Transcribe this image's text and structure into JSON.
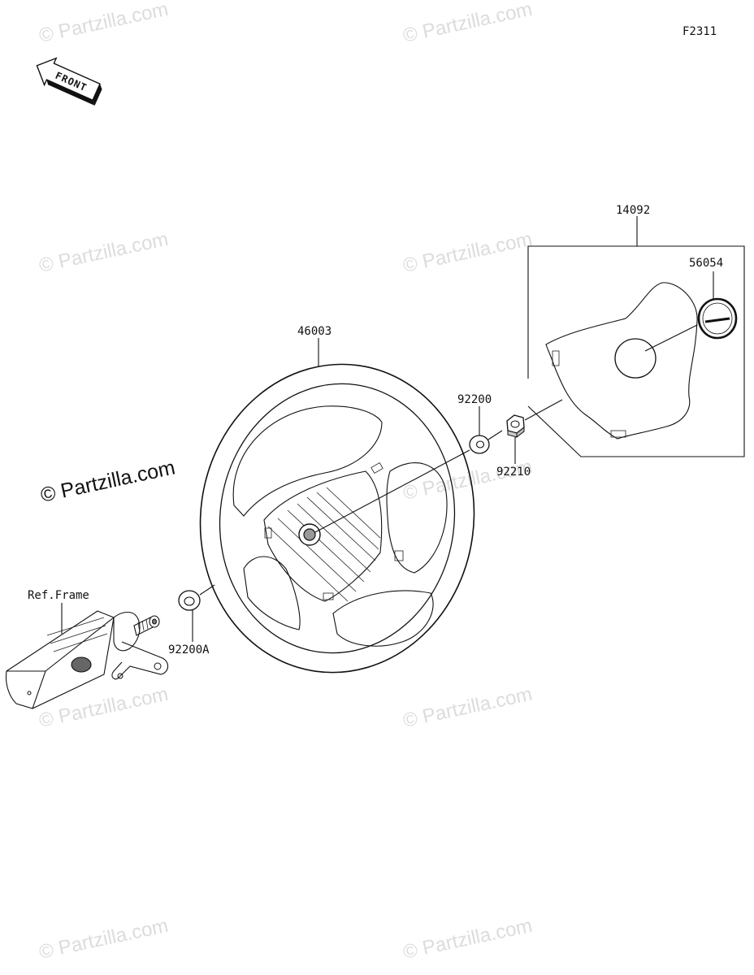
{
  "figure_code": "F2311",
  "front_label": "FRONT",
  "ref_frame_label": "Ref.Frame",
  "watermark_text": "© Partzilla.com",
  "parts": {
    "steering_wheel": "46003",
    "pad_assembly": "14092",
    "emblem": "56054",
    "washer": "92200",
    "nut": "92210",
    "washer_a": "92200A"
  }
}
